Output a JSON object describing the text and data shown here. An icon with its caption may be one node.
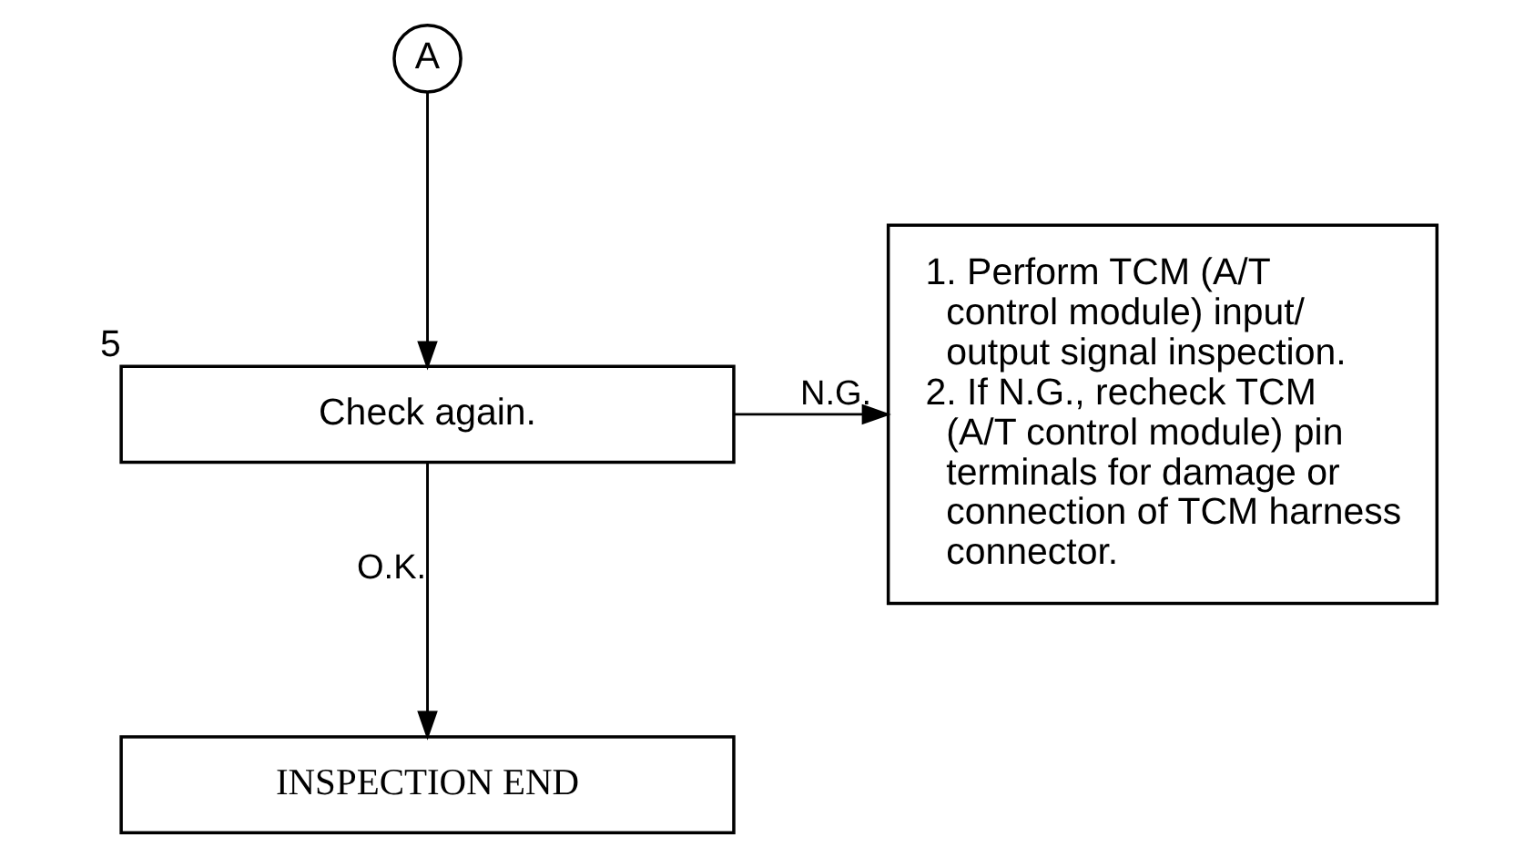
{
  "diagram": {
    "nodes": [
      {
        "text": [
          "A"
        ]
      },
      {
        "text": [
          "Check again."
        ],
        "beside": [
          "5"
        ]
      },
      {
        "text": [
          "1. Perform TCM (A/T control module) input/ output signal inspection.",
          "2. If N.G., recheck TCM (A/T control module) pin terminals for damage or connection of TCM harness connector."
        ]
      },
      {
        "text": [
          "INSPECTION END"
        ]
      }
    ],
    "edges": [
      {
        "from": 0,
        "to": 1,
        "arrow": "to"
      },
      {
        "from": 1,
        "to": 2,
        "arrow": "to",
        "label": "N.G."
      },
      {
        "from": 1,
        "to": 3,
        "arrow": "to",
        "label": "O.K."
      }
    ]
  }
}
